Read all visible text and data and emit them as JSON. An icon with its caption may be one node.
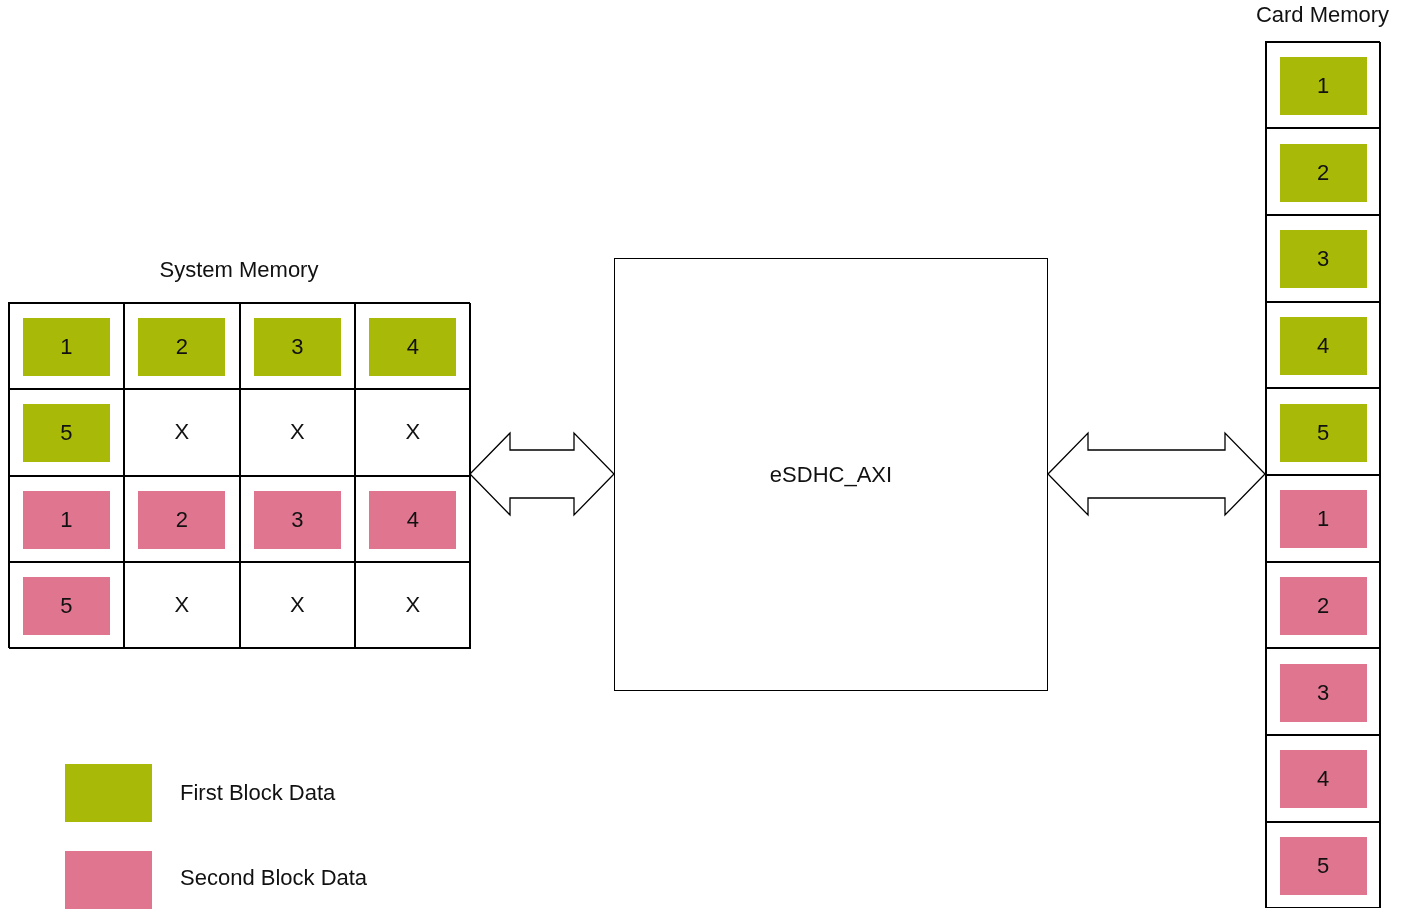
{
  "diagram": {
    "nodes": [
      {
        "text": [
          "System Memory"
        ]
      },
      {
        "text": [],
        "shape": "box",
        "in": 0
      },
      {
        "text": [
          "1"
        ],
        "in": 1
      },
      {
        "text": [],
        "shape": "box",
        "in": 0
      },
      {
        "text": [
          "2"
        ],
        "in": 3
      },
      {
        "text": [],
        "shape": "box",
        "in": 0
      },
      {
        "text": [
          "3"
        ],
        "in": 5
      },
      {
        "text": [],
        "shape": "box",
        "in": 0
      },
      {
        "text": [
          "4"
        ],
        "in": 7
      },
      {
        "text": [],
        "shape": "box",
        "in": 0
      },
      {
        "text": [
          "5"
        ],
        "in": 9
      },
      {
        "text": [
          "X"
        ],
        "in": 0
      },
      {
        "text": [
          "X"
        ],
        "in": 0
      },
      {
        "text": [
          "X"
        ],
        "in": 0
      },
      {
        "text": [],
        "shape": "box",
        "in": 0
      },
      {
        "text": [
          "1"
        ],
        "in": 14
      },
      {
        "text": [],
        "shape": "box",
        "in": 0
      },
      {
        "text": [
          "2"
        ],
        "in": 16
      },
      {
        "text": [],
        "shape": "box",
        "in": 0
      },
      {
        "text": [
          "3"
        ],
        "in": 18
      },
      {
        "text": [],
        "shape": "box",
        "in": 0
      },
      {
        "text": [
          "4"
        ],
        "in": 20
      },
      {
        "text": [],
        "shape": "box",
        "in": 0
      },
      {
        "text": [
          "5"
        ],
        "in": 22
      },
      {
        "text": [
          "X"
        ],
        "in": 0
      },
      {
        "text": [
          "X"
        ],
        "in": 0
      },
      {
        "text": [
          "X"
        ],
        "in": 0
      },
      {
        "text": [
          "eSDHC_AXI"
        ]
      },
      {
        "text": [
          "Card Memory"
        ]
      },
      {
        "text": [],
        "shape": "box",
        "in": 28
      },
      {
        "text": [
          "1"
        ],
        "in": 29
      },
      {
        "text": [],
        "shape": "box",
        "in": 28
      },
      {
        "text": [
          "2"
        ],
        "in": 31
      },
      {
        "text": [],
        "shape": "box",
        "in": 28
      },
      {
        "text": [
          "3"
        ],
        "in": 33
      },
      {
        "text": [],
        "shape": "box",
        "in": 28
      },
      {
        "text": [
          "4"
        ],
        "in": 35
      },
      {
        "text": [],
        "shape": "box",
        "in": 28
      },
      {
        "text": [
          "5"
        ],
        "in": 37
      },
      {
        "text": [],
        "shape": "box",
        "in": 28
      },
      {
        "text": [
          "1"
        ],
        "in": 39
      },
      {
        "text": [],
        "shape": "box",
        "in": 28
      },
      {
        "text": [
          "2"
        ],
        "in": 41
      },
      {
        "text": [],
        "shape": "box",
        "in": 28
      },
      {
        "text": [
          "3"
        ],
        "in": 43
      },
      {
        "text": [],
        "shape": "box",
        "in": 28
      },
      {
        "text": [
          "4"
        ],
        "in": 45
      },
      {
        "text": [],
        "shape": "box",
        "in": 28
      },
      {
        "text": [
          "5"
        ],
        "in": 47
      }
    ],
    "edges": [
      {
        "from": 0,
        "to": 27,
        "arrow": "both",
        "style": "thick"
      },
      {
        "from": 27,
        "to": 28,
        "arrow": "both",
        "style": "thick"
      }
    ],
    "legend": [
      {
        "text": "First Block Data",
        "color": "#a8b908"
      },
      {
        "text": "Second Block Data",
        "color": "#e07590"
      }
    ]
  }
}
